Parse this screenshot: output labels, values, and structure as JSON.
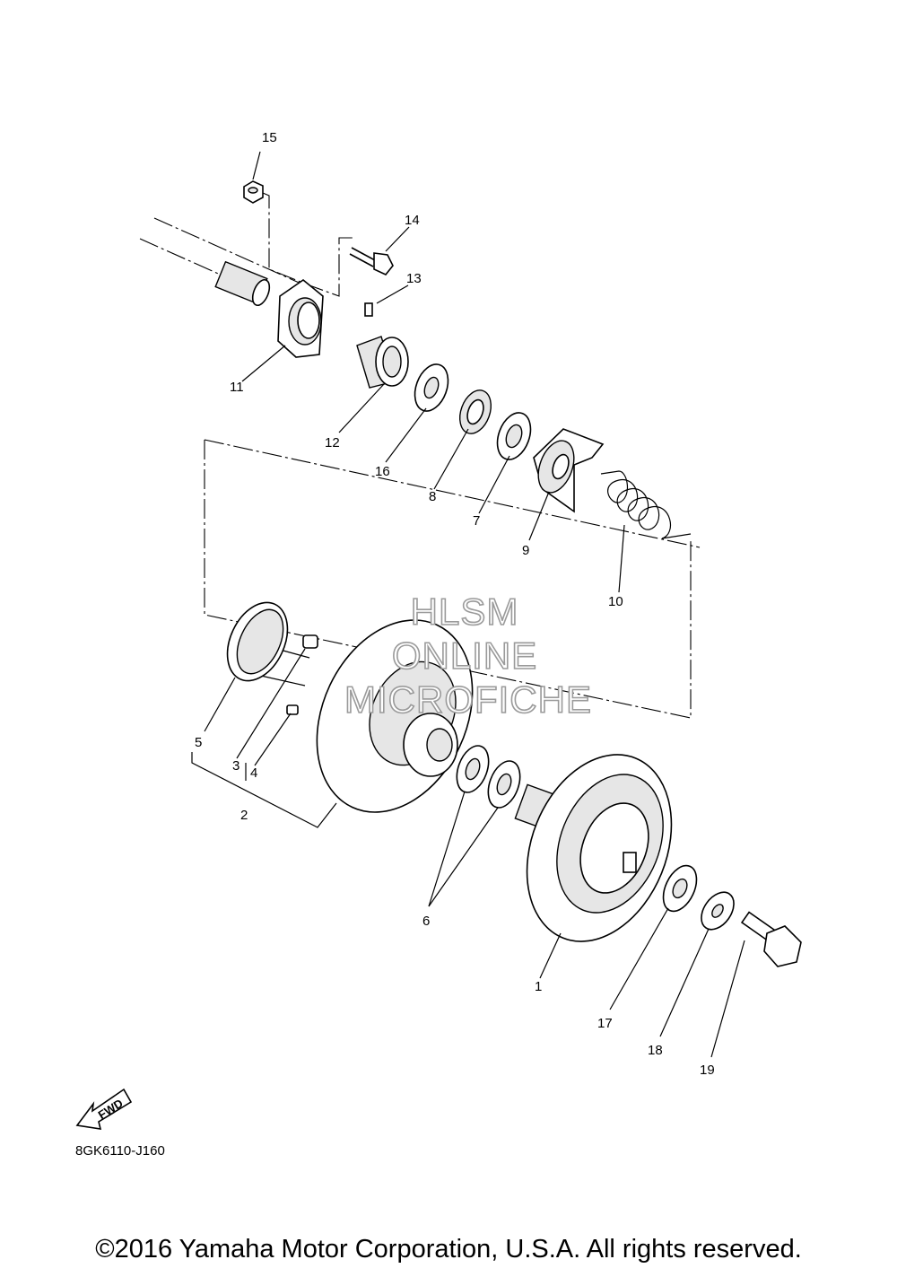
{
  "diagram": {
    "part_labels": [
      "1",
      "2",
      "3",
      "4",
      "5",
      "6",
      "7",
      "8",
      "9",
      "10",
      "11",
      "12",
      "13",
      "14",
      "15",
      "16",
      "17",
      "18",
      "19"
    ],
    "watermark": [
      "HLSM",
      "ONLINE",
      "MICROFICHE"
    ],
    "fwd_label": "FWD",
    "diagram_code": "8GK6110-J160"
  },
  "footer": {
    "copyright": "©2016 Yamaha Motor Corporation, U.S.A. All rights reserved."
  }
}
